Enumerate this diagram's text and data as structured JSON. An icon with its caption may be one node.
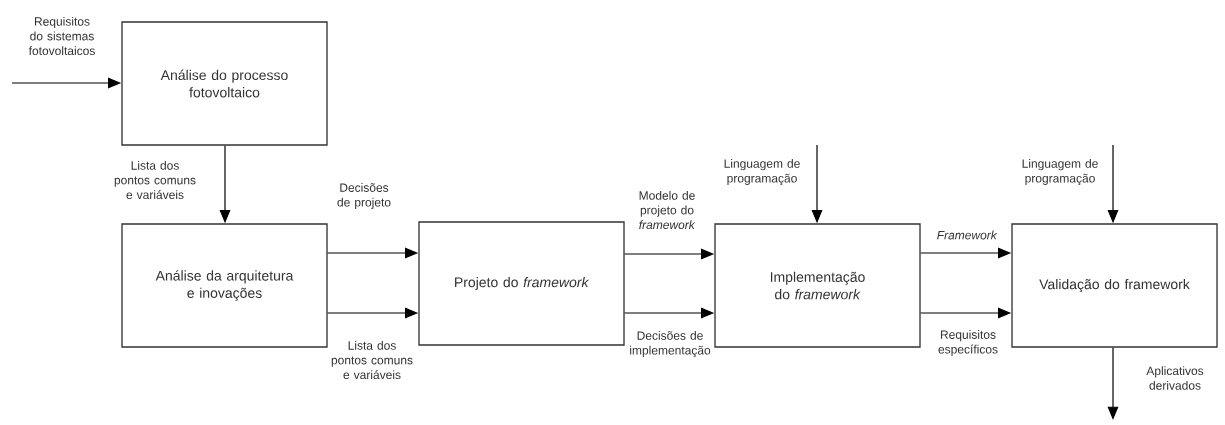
{
  "diagram": {
    "nodes": [
      {
        "text": [
          "Análise do processo fotovoltaico"
        ]
      },
      {
        "text": [
          "Análise da arquitetura e inovações"
        ]
      },
      {
        "text": [
          "Projeto do *framework*"
        ]
      },
      {
        "text": [
          "Implementação do *framework*"
        ]
      },
      {
        "text": [
          "Validação do framework"
        ]
      }
    ],
    "edges": [
      {
        "from": null,
        "to": 0,
        "arrow": "to",
        "label": "Requisitos do sistemas fotovoltaicos"
      },
      {
        "from": 0,
        "to": 1,
        "arrow": "to",
        "label": "Lista dos pontos comuns e variáveis"
      },
      {
        "from": 1,
        "to": 2,
        "arrow": "to",
        "label": "Decisões de projeto"
      },
      {
        "from": 1,
        "to": 2,
        "arrow": "to",
        "label": "Lista dos pontos comuns e variáveis"
      },
      {
        "from": 2,
        "to": 3,
        "arrow": "to",
        "label": "Modelo de projeto do *framework*"
      },
      {
        "from": 2,
        "to": 3,
        "arrow": "to",
        "label": "Decisões de implementação"
      },
      {
        "from": null,
        "to": 3,
        "arrow": "to",
        "label": "Linguagem de programação"
      },
      {
        "from": 3,
        "to": 4,
        "arrow": "to",
        "label": "*Framework*"
      },
      {
        "from": 3,
        "to": 4,
        "arrow": "to",
        "label": "Requisitos específicos"
      },
      {
        "from": null,
        "to": 4,
        "arrow": "to",
        "label": "Linguagem de programação"
      },
      {
        "from": 4,
        "to": null,
        "arrow": "to",
        "label": "Aplicativos derivados"
      }
    ]
  }
}
